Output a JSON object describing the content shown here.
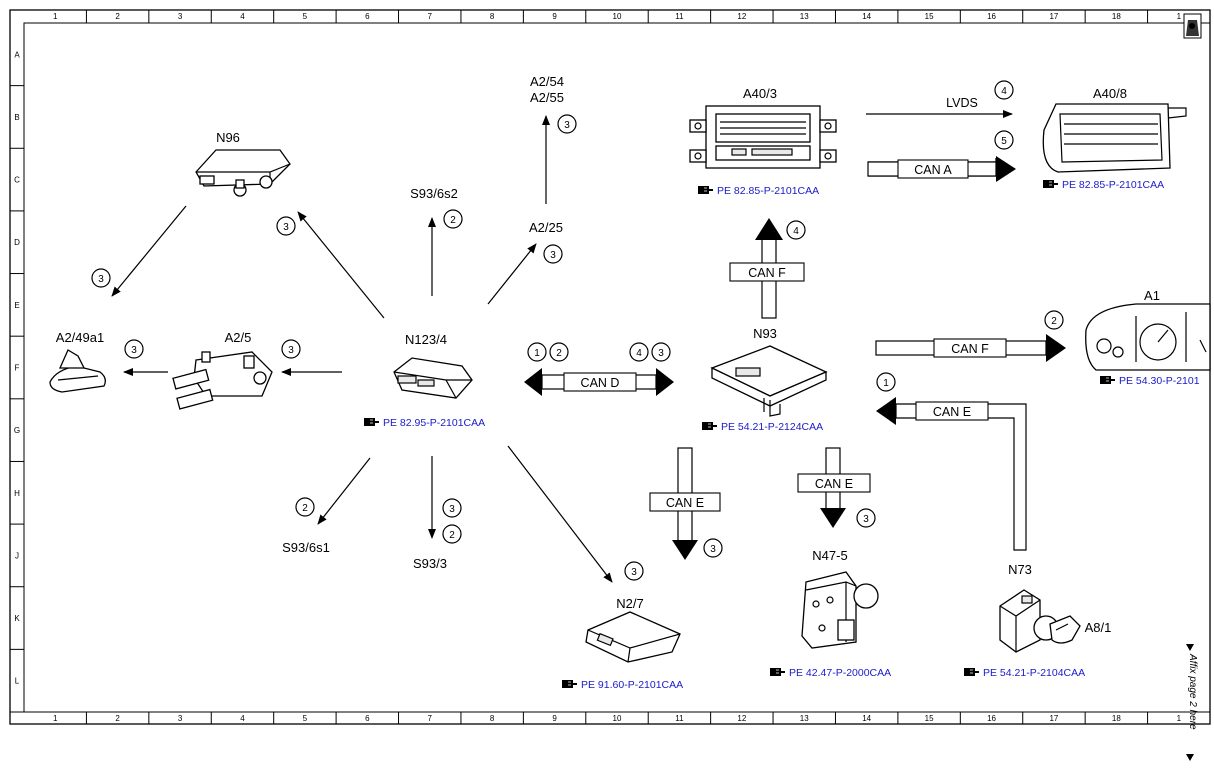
{
  "grid": {
    "columns": [
      "1",
      "2",
      "3",
      "4",
      "5",
      "6",
      "7",
      "8",
      "9",
      "10",
      "11",
      "12",
      "13",
      "14",
      "15",
      "16",
      "17",
      "18",
      "1"
    ],
    "rows": [
      "A",
      "B",
      "C",
      "D",
      "E",
      "F",
      "G",
      "H",
      "J",
      "K",
      "L"
    ]
  },
  "components": {
    "n96": "N96",
    "a2_49a1": "A2/49a1",
    "a2_5": "A2/5",
    "n123_4": "N123/4",
    "s93_6s2": "S93/6s2",
    "a2_54": "A2/54",
    "a2_55": "A2/55",
    "a2_25": "A2/25",
    "a40_3": "A40/3",
    "a40_8": "A40/8",
    "n93": "N93",
    "a1": "A1",
    "s93_6s1": "S93/6s1",
    "s93_3": "S93/3",
    "n2_7": "N2/7",
    "n47_5": "N47-5",
    "n73": "N73",
    "a8_1": "A8/1"
  },
  "references": {
    "n123_4": "PE 82.95-P-2101CAA",
    "a40_3": "PE 82.85-P-2101CAA",
    "a40_8": "PE 82.85-P-2101CAA",
    "a1": "PE 54.30-P-2101",
    "n93": "PE 54.21-P-2124CAA",
    "n2_7": "PE 91.60-P-2101CAA",
    "n47_5": "PE 42.47-P-2000CAA",
    "n73": "PE 54.21-P-2104CAA"
  },
  "buses": {
    "lvds": "LVDS",
    "can_a": "CAN A",
    "can_f_up": "CAN F",
    "can_f_right": "CAN F",
    "can_d": "CAN D",
    "can_e_left": "CAN E",
    "can_e_down": "CAN E",
    "can_e_n47": "CAN E"
  },
  "markers": {
    "n96_in": "3",
    "n96_out": "3",
    "a2_5_in": "3",
    "a2_49a1_in": "3",
    "s93_6s2": "2",
    "a2_54": "3",
    "a2_25": "3",
    "lvds": "4",
    "can_a": "5",
    "can_f_up": "4",
    "can_f_right": "2",
    "can_d_1": "1",
    "can_d_2": "2",
    "can_d_4": "4",
    "can_d_3": "3",
    "can_e_left": "1",
    "s93_6s1": "2",
    "s93_3_a": "3",
    "s93_3_b": "2",
    "n2_7": "3",
    "can_e_down": "3",
    "can_e_n47": "3"
  },
  "side_note": "Affix page 2 here",
  "colors": {
    "line": "#000000",
    "reference": "#1a1acc"
  },
  "icons": {
    "reference": "pointing-hand-icon",
    "corner": "page-tab-icon"
  }
}
